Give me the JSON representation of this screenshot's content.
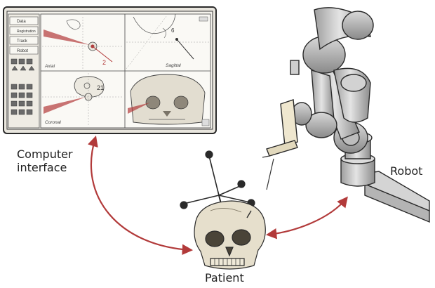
{
  "labels": {
    "computer_interface": [
      "Computer",
      "interface"
    ],
    "robot": "Robot",
    "patient": "Patient"
  },
  "ui": {
    "menu": [
      "Data",
      "Registration",
      "Track",
      "Robot"
    ],
    "viewports": {
      "axial": "Axial",
      "sagittal": "Sagittal",
      "coronal": "Coronal"
    },
    "annotations": [
      "2",
      "6",
      "21"
    ]
  },
  "colors": {
    "ink": "#2a2a2a",
    "arrow": "#b23a3a",
    "screen_bg": "#f4f2ec",
    "robot_metal": "#c9c9c9"
  },
  "icons": [
    "robot-arm",
    "skull-with-tracker",
    "computer-monitor"
  ]
}
